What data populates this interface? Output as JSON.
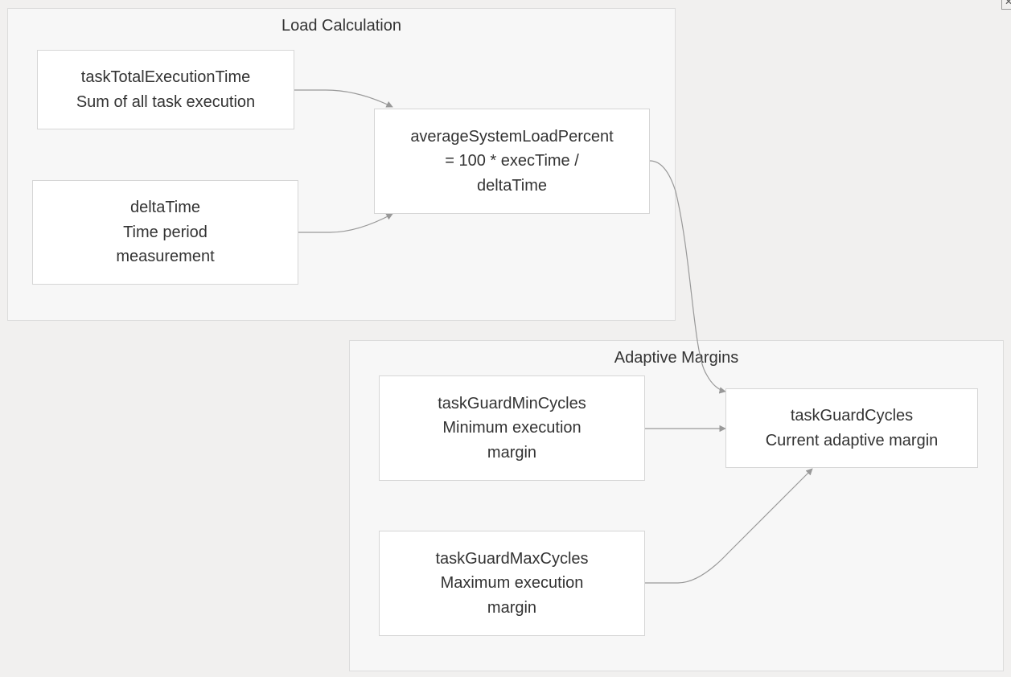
{
  "clusters": {
    "load": {
      "title": "Load Calculation"
    },
    "adaptive": {
      "title": "Adaptive Margins"
    }
  },
  "nodes": {
    "task_total": {
      "lines": [
        "taskTotalExecutionTime",
        "Sum of all task execution"
      ]
    },
    "delta_time": {
      "lines": [
        "deltaTime",
        "Time period",
        "measurement"
      ]
    },
    "avg_load": {
      "lines": [
        "averageSystemLoadPercent",
        "= 100 * execTime /",
        "deltaTime"
      ]
    },
    "guard_min": {
      "lines": [
        "taskGuardMinCycles",
        "Minimum execution",
        "margin"
      ]
    },
    "guard_max": {
      "lines": [
        "taskGuardMaxCycles",
        "Maximum execution",
        "margin"
      ]
    },
    "guard_cycles": {
      "lines": [
        "taskGuardCycles",
        "Current adaptive margin"
      ]
    }
  },
  "edges": [
    {
      "from": "taskTotalExecutionTime",
      "to": "averageSystemLoadPercent"
    },
    {
      "from": "deltaTime",
      "to": "averageSystemLoadPercent"
    },
    {
      "from": "averageSystemLoadPercent",
      "to": "taskGuardCycles"
    },
    {
      "from": "taskGuardMinCycles",
      "to": "taskGuardCycles"
    },
    {
      "from": "taskGuardMaxCycles",
      "to": "taskGuardCycles"
    }
  ],
  "colors": {
    "background": "#f1f0ef",
    "cluster_fill": "#f7f7f7",
    "node_fill": "#ffffff",
    "edge": "#999999",
    "text": "#333333"
  },
  "icons": {
    "corner": "close-icon"
  }
}
